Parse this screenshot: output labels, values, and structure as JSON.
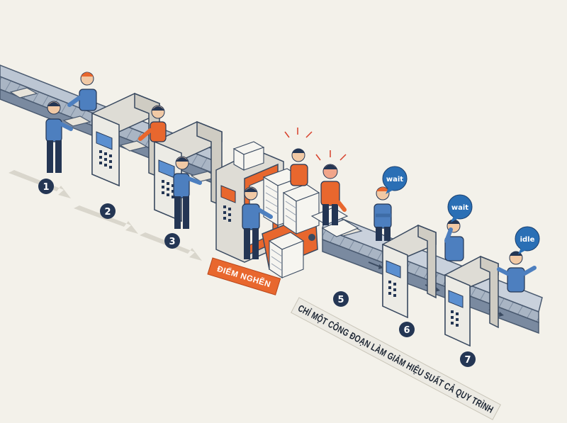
{
  "steps": [
    {
      "number": "1"
    },
    {
      "number": "2"
    },
    {
      "number": "3"
    },
    {
      "number": "5"
    },
    {
      "number": "6"
    },
    {
      "number": "7"
    }
  ],
  "bottleneck_label": "ĐIỂM NGHẼN",
  "bubbles": {
    "wait_1": "wait",
    "wait_2": "wait",
    "idle": "idle"
  },
  "caption": "CHỈ MỘT CÔNG ĐOẠN LÀM GIẢM HIỆU SUẤT CẢ QUY TRÌNH",
  "colors": {
    "background": "#f3f1ea",
    "accent_orange": "#e8672e",
    "navy": "#243654",
    "worker_blue": "#4d7fbf",
    "machine_gray": "#dedcd5",
    "belt_gray": "#9aa7b8"
  }
}
